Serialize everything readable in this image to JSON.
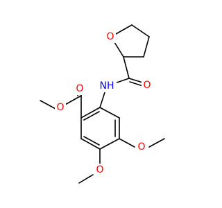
{
  "molecule": {
    "atoms": [
      {
        "id": "o_ring",
        "symbol": "O",
        "color": "#ff0000"
      },
      {
        "id": "n_amide",
        "symbol": "NH",
        "color": "#0000ff"
      },
      {
        "id": "o_amide_carbonyl",
        "symbol": "O",
        "color": "#ff0000"
      },
      {
        "id": "o_ester_carbonyl",
        "symbol": "O",
        "color": "#ff0000"
      },
      {
        "id": "o_ester",
        "symbol": "O",
        "color": "#ff0000"
      },
      {
        "id": "o_methoxy_4",
        "symbol": "O",
        "color": "#ff0000"
      },
      {
        "id": "o_methoxy_5",
        "symbol": "O",
        "color": "#ff0000"
      }
    ]
  }
}
